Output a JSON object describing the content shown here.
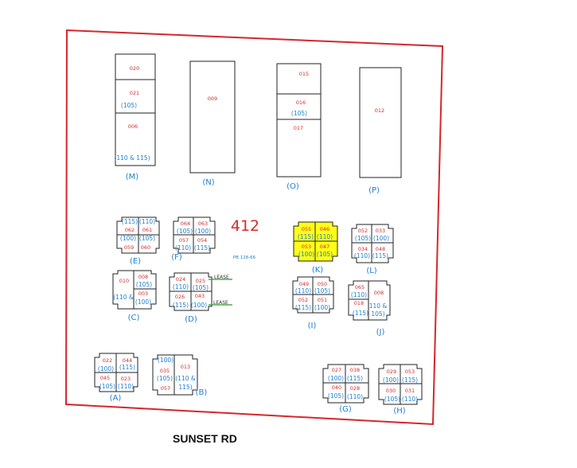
{
  "map": {
    "parcel_number": "412",
    "plat_reference": "PB 128-66",
    "street_name": "SUNSET RD",
    "lease_label": "LEASE",
    "colors": {
      "boundary": "#d6262d",
      "lot_number": "#d62b2b",
      "unit_label": "#1f7fd0",
      "highlight": "#ffff1a",
      "lease_line": "#2c9a2c"
    }
  },
  "buildings": {
    "M": {
      "label": "(M)",
      "lots": [
        "020",
        "021",
        "006"
      ],
      "unit_mid": "(105)",
      "unit_bottom": "(110 & 115)"
    },
    "N": {
      "label": "(N)",
      "lot": "009"
    },
    "O": {
      "label": "(O)",
      "lots": [
        "015",
        "016",
        "017"
      ],
      "unit_mid": "(105)"
    },
    "P": {
      "label": "(P)",
      "lot": "012"
    },
    "E": {
      "label": "(E)",
      "lots": [
        "062",
        "061",
        "059",
        "060"
      ],
      "units": [
        "(115)",
        "(110)",
        "(100)",
        "(105)"
      ]
    },
    "F": {
      "label": "(F)",
      "lots": [
        "064",
        "063",
        "057",
        "054"
      ],
      "units": [
        "(105)",
        "(100)",
        "(110)",
        "(115)"
      ]
    },
    "K": {
      "label": "(K)",
      "lots": [
        "055",
        "046",
        "053",
        "047"
      ],
      "units": [
        "(115)",
        "(110)",
        "(100)",
        "(105)"
      ]
    },
    "L": {
      "label": "(L)",
      "lots": [
        "052",
        "033",
        "034",
        "048"
      ],
      "units": [
        "(105)",
        "(100)",
        "(110)",
        "(115)"
      ]
    },
    "C1": {
      "label": "(C)",
      "lots": [
        "010",
        "008",
        "003"
      ],
      "units": [
        "(105)",
        "(110 &",
        "(100)"
      ]
    },
    "D": {
      "label": "(D)",
      "lots": [
        "024",
        "025",
        "026",
        "043"
      ],
      "units": [
        "(110)",
        "(105)",
        "(115)",
        "(100)"
      ]
    },
    "I": {
      "label": "(I)",
      "lots": [
        "049",
        "050",
        "052",
        "051"
      ],
      "units": [
        "(110)",
        "(105)",
        "(115)",
        "(100)"
      ]
    },
    "J": {
      "label": "(J)",
      "lots": [
        "065",
        "008",
        "018"
      ],
      "units": [
        "(110)",
        "110 &",
        "105)",
        "(115)"
      ]
    },
    "A": {
      "label": "(A)",
      "lots": [
        "022",
        "044",
        "045",
        "023"
      ],
      "units": [
        "(100)",
        "(115)",
        "(105)",
        "(110)"
      ]
    },
    "B": {
      "label": "(B)",
      "lots": [
        "035",
        "013",
        "057"
      ],
      "units": [
        "(100)",
        "(105)",
        "(110 &",
        "115)"
      ]
    },
    "G": {
      "label": "(G)",
      "lots": [
        "027",
        "038",
        "040",
        "028"
      ],
      "units": [
        "(100)",
        "(115)",
        "(105)",
        "(110)"
      ]
    },
    "H": {
      "label": "(H)",
      "lots": [
        "029",
        "053",
        "030",
        "031"
      ],
      "units": [
        "(100)",
        "(115)",
        "(105)",
        "(110)"
      ]
    }
  }
}
